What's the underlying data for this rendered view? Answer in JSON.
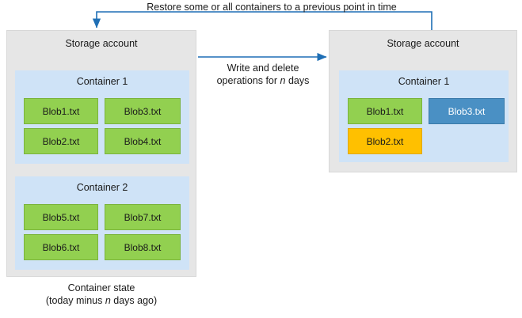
{
  "diagram": {
    "restore_caption": "Restore some or all containers to a previous point in time",
    "middle_caption_line1": "Write and delete",
    "middle_caption_line2": "operations for n days",
    "left_caption_line1": "Container state",
    "left_caption_line2": "(today minus n days ago)",
    "colors": {
      "storage_panel": "#e6e6e6",
      "container_panel": "#cfe3f7",
      "blob_green": "#92d050",
      "blob_blue": "#4a90c4",
      "blob_yellow": "#ffc000",
      "arrow": "#1f6fb5",
      "text": "#1a1a1a"
    },
    "left_panel": {
      "title": "Storage account",
      "containers": [
        {
          "title": "Container 1",
          "blobs": [
            {
              "label": "Blob1.txt",
              "state": "green"
            },
            {
              "label": "Blob3.txt",
              "state": "green"
            },
            {
              "label": "Blob2.txt",
              "state": "green"
            },
            {
              "label": "Blob4.txt",
              "state": "green"
            }
          ]
        },
        {
          "title": "Container 2",
          "blobs": [
            {
              "label": "Blob5.txt",
              "state": "green"
            },
            {
              "label": "Blob7.txt",
              "state": "green"
            },
            {
              "label": "Blob6.txt",
              "state": "green"
            },
            {
              "label": "Blob8.txt",
              "state": "green"
            }
          ]
        }
      ]
    },
    "right_panel": {
      "title": "Storage account",
      "containers": [
        {
          "title": "Container 1",
          "blobs": [
            {
              "label": "Blob1.txt",
              "state": "green"
            },
            {
              "label": "Blob3.txt",
              "state": "blue"
            },
            {
              "label": "Blob2.txt",
              "state": "yellow"
            }
          ]
        }
      ]
    }
  }
}
